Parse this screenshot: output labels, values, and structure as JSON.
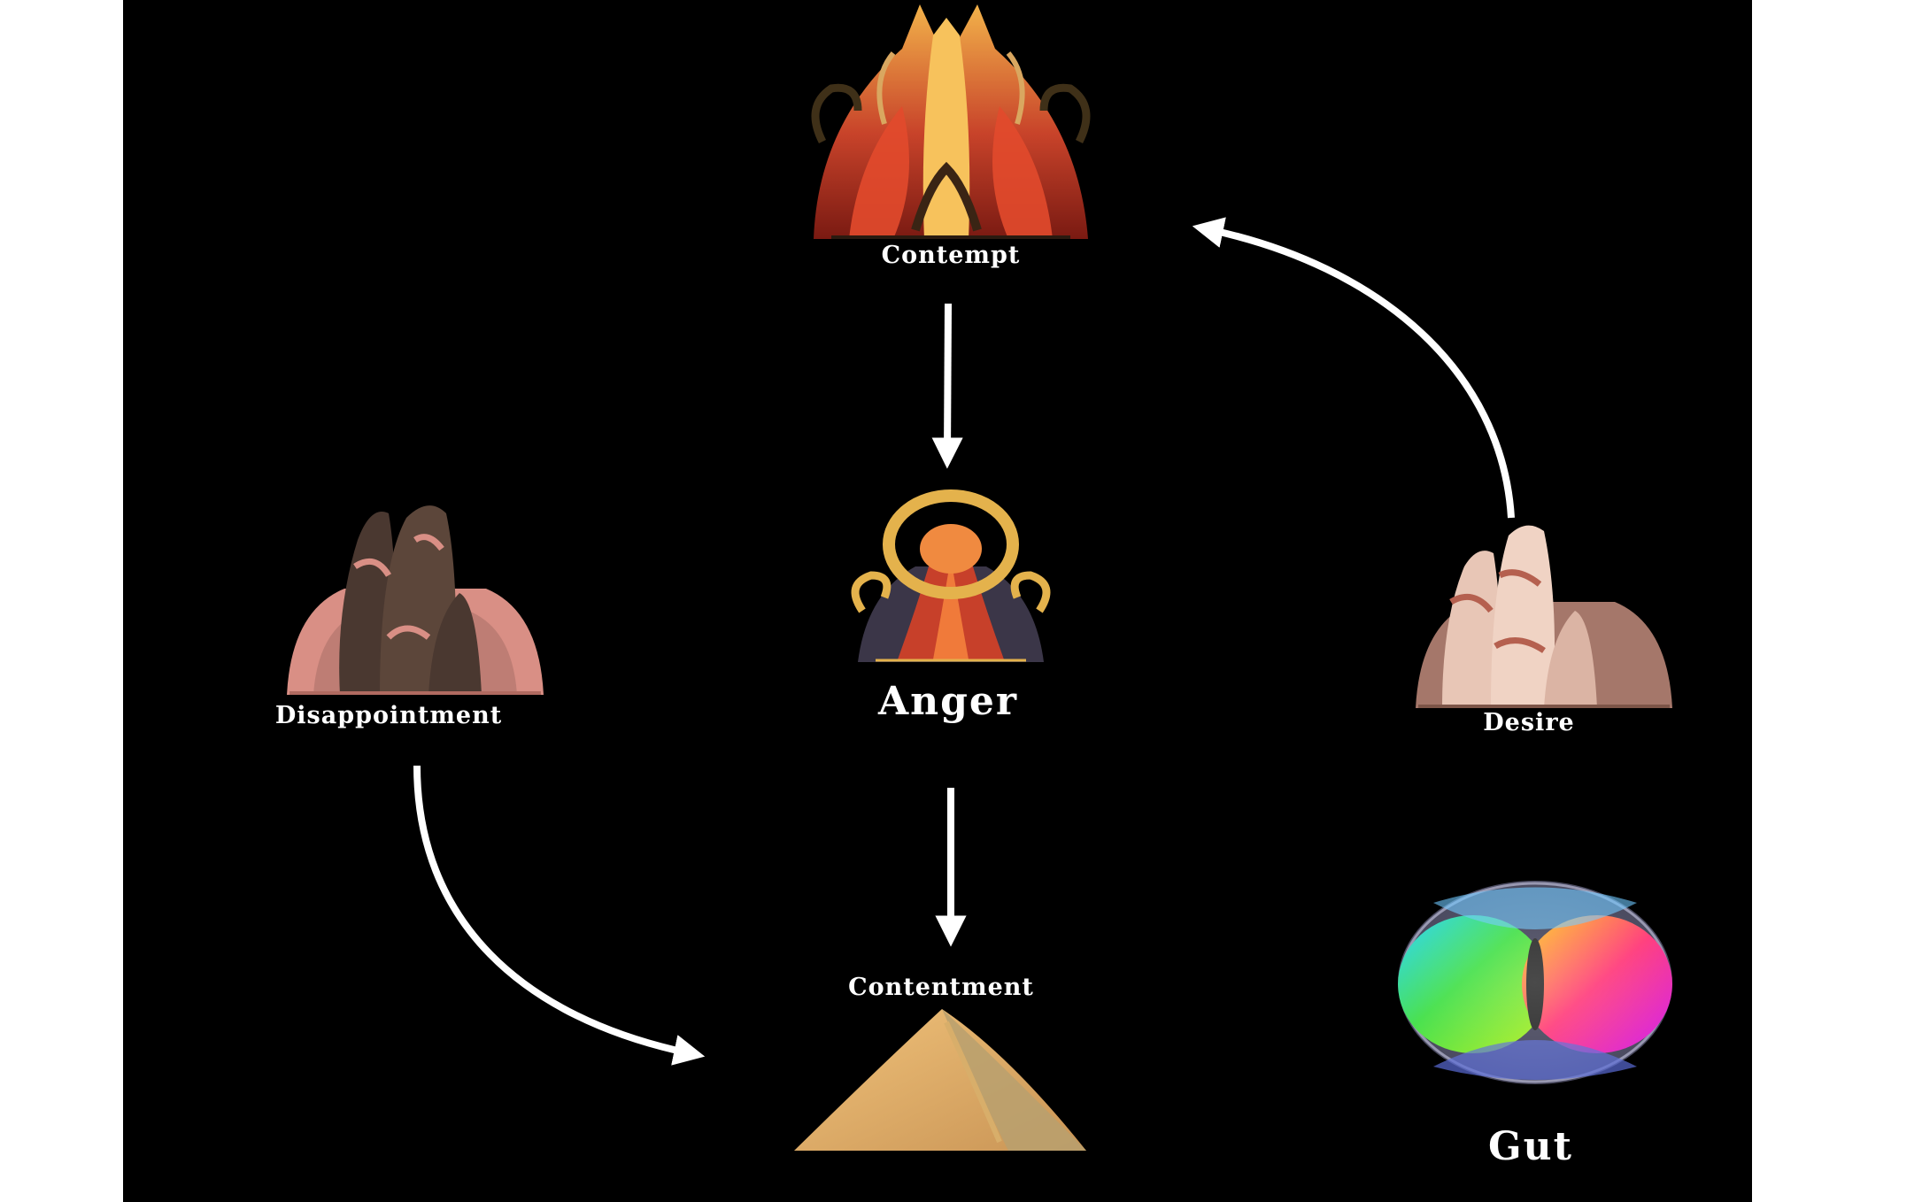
{
  "diagram": {
    "background": "#000000",
    "arrow_color": "#ffffff",
    "nodes": {
      "contempt": {
        "label": "Contempt",
        "icon": "flame-crown-icon"
      },
      "anger": {
        "label": "Anger",
        "icon": "lava-mask-icon"
      },
      "disappointment": {
        "label": "Disappointment",
        "icon": "dark-rock-dome-icon"
      },
      "desire": {
        "label": "Desire",
        "icon": "pink-rock-dome-icon"
      },
      "contentment": {
        "label": "Contentment",
        "icon": "sand-dune-icon"
      },
      "gut": {
        "label": "Gut",
        "icon": "rainbow-torus-icon"
      }
    },
    "edges": [
      {
        "from": "Contempt",
        "to": "Anger"
      },
      {
        "from": "Anger",
        "to": "Contentment"
      },
      {
        "from": "Disappointment",
        "to": "Contentment"
      },
      {
        "from": "Desire",
        "to": "Contempt"
      }
    ]
  }
}
